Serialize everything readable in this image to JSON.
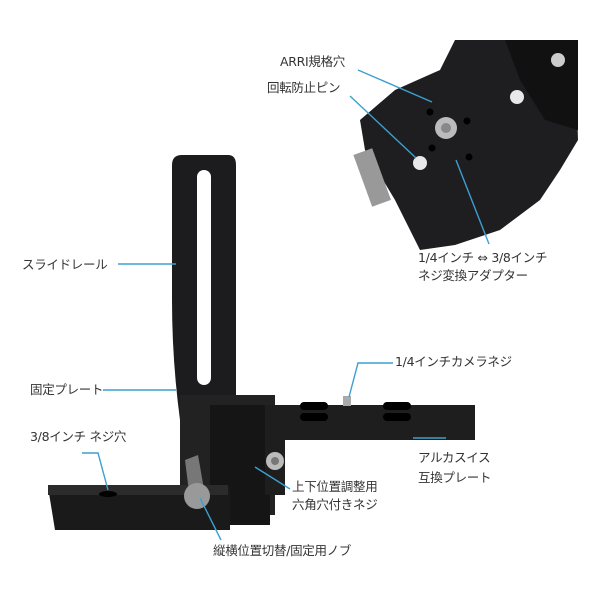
{
  "colors": {
    "leader_line": "#3d9fcf",
    "product_body": "#1c1c1e",
    "text": "#333333"
  },
  "labels": {
    "arri_hole": "ARRI規格穴",
    "anti_rotation_pin": "回転防止ピン",
    "adapter_line1": "1/4インチ ⇔ 3/8インチ",
    "adapter_line2": "ネジ変換アダプター",
    "slide_rail": "スライドレール",
    "camera_screw": "1/4インチカメラネジ",
    "fixing_plate": "固定プレート",
    "screw_hole": "3/8インチ ネジ穴",
    "arca_line1": "アルカスイス",
    "arca_line2": "互換プレート",
    "hex_line1": "上下位置調整用",
    "hex_line2": "六角穴付きネジ",
    "knob": "縦横位置切替/固定用ノブ"
  }
}
